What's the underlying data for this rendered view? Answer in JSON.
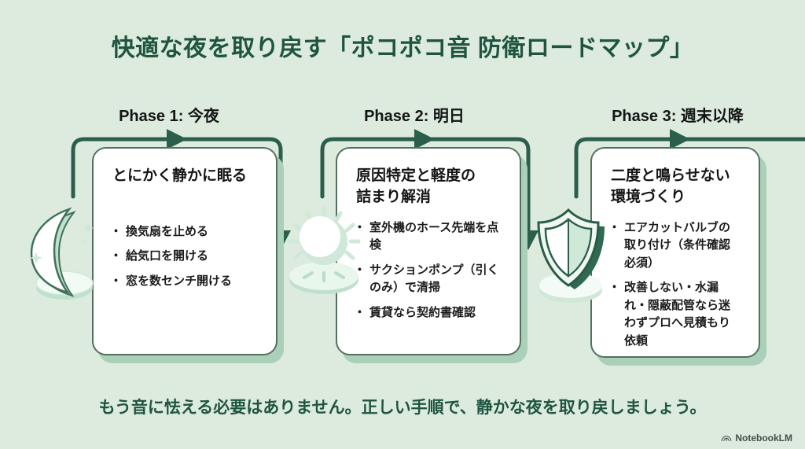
{
  "title": "快適な夜を取り戻す「ポコポコ音 防衛ロードマップ」",
  "phases": [
    {
      "label": "Phase 1: 今夜",
      "icon": "moon-icon",
      "card_title": "とにかく静かに眠る",
      "bullets": [
        "換気扇を止める",
        "給気口を開ける",
        "窓を数センチ開ける"
      ]
    },
    {
      "label": "Phase 2: 明日",
      "icon": "sun-icon",
      "card_title": "原因特定と軽度の\n詰まり解消",
      "bullets": [
        "室外機のホース先端を点検",
        "サクションポンプ（引くのみ）で清掃",
        "賃貸なら契約書確認"
      ]
    },
    {
      "label": "Phase 3: 週末以降",
      "icon": "shield-icon",
      "card_title": "二度と鳴らせない\n環境づくり",
      "bullets": [
        "エアカットバルブの取り付け（条件確認必須）",
        "改善しない・水漏れ・隠蔽配管なら迷わずプロへ見積もり依頼"
      ]
    }
  ],
  "footer": {
    "message": "もう音に怯える必要はありません。正しい手順で、静かな夜を取り戻しましょう。",
    "brand": "NotebookLM"
  },
  "colors": {
    "background": "#dcebde",
    "card_background": "#ffffff",
    "card_border": "#53705f",
    "card_shadow": "#abd0b8",
    "arrow_green": "#2b5e4b",
    "title_green": "#1f5540",
    "text_black": "#1b1b1b",
    "icon_light_green": "#cfe8d8"
  }
}
